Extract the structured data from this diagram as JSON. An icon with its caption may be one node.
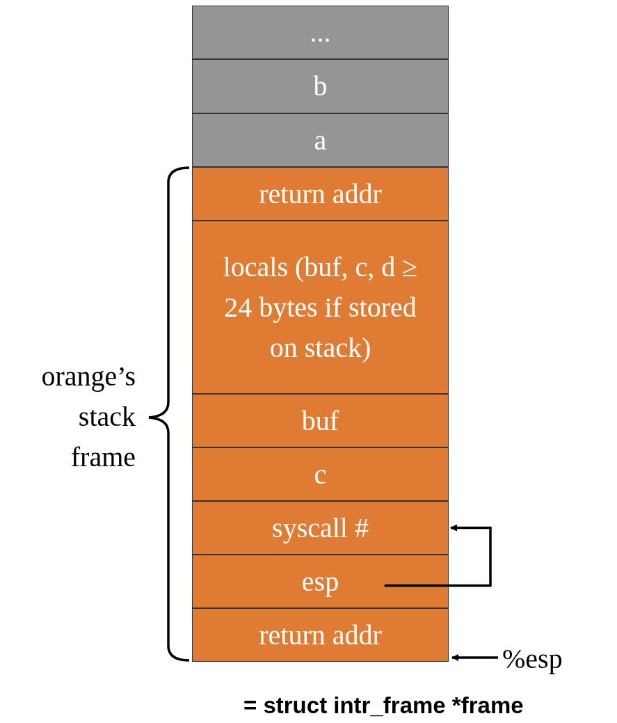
{
  "diagram": {
    "nodes": [
      {
        "text": [
          "..."
        ]
      },
      {
        "text": [
          "b"
        ]
      },
      {
        "text": [
          "a"
        ]
      },
      {
        "text": [
          "return addr"
        ]
      },
      {
        "text": [
          "locals (buf, c, d ≥ 24 bytes if stored on stack)"
        ]
      },
      {
        "text": [
          "buf"
        ]
      },
      {
        "text": [
          "c"
        ]
      },
      {
        "text": [
          "syscall #"
        ]
      },
      {
        "text": [
          "esp"
        ]
      },
      {
        "text": [
          "return addr"
        ]
      },
      {
        "text": [
          "%esp"
        ]
      }
    ],
    "edges": [
      {
        "from": 8,
        "to": 7,
        "arrow": "to"
      },
      {
        "from": 10,
        "to": 9,
        "arrow": "to"
      }
    ],
    "labels": [
      "orange’s stack frame",
      "= struct intr_frame *frame"
    ]
  }
}
